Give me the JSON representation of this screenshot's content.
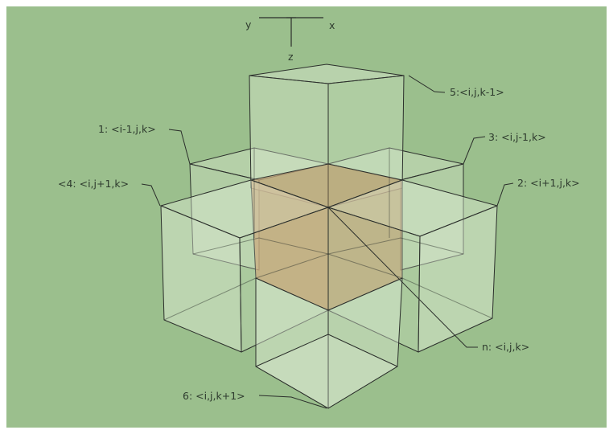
{
  "axes": {
    "x_label": "x",
    "y_label": "y",
    "z_label": "z"
  },
  "labels": {
    "top": "5:<i,j,k-1>",
    "back_left": "1: <i-1,j,k>",
    "back_right": "3: <i,j-1,k>",
    "front_left": "<4: <i,j+1,k>",
    "front_right": "2: <i+1,j,k>",
    "center": "n: <i,j,k>",
    "bottom": "6: <i,j,k+1>"
  },
  "colors": {
    "background": "#9bbf8d",
    "cube_face": "#e4f0dc",
    "cube_edge": "#2b2f2b",
    "center_cube": "#c49566",
    "label_text": "#2e3b2e"
  }
}
